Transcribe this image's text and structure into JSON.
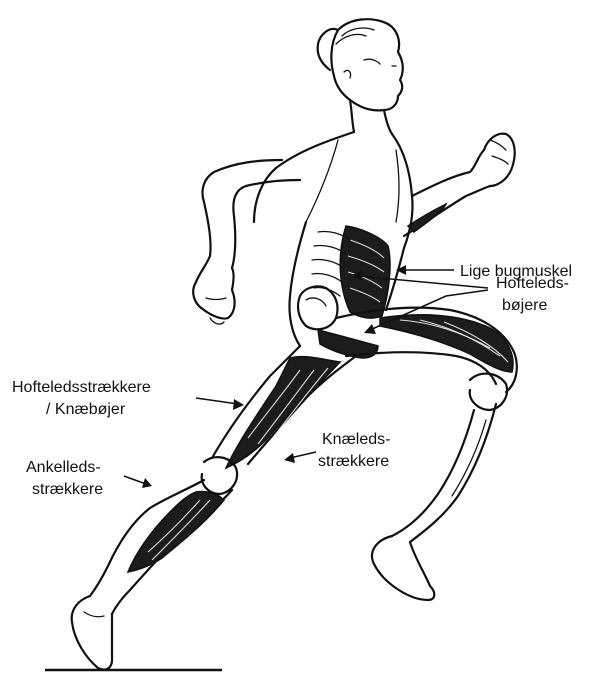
{
  "labels": {
    "lige_bugmuskel": "Lige bugmuskel",
    "hofteleds_boejere_1": "Hofteleds-",
    "hofteleds_boejere_2": "bøjere",
    "hofteledsstraekkere_1": "Hofteledsstrækkere",
    "hofteledsstraekkere_2": "/ Knæbøjer",
    "knaeleds_1": "Knæleds-",
    "knaeleds_2": "strækkere",
    "ankelleds_1": "Ankelleds-",
    "ankelleds_2": "strækkere"
  },
  "icons": {
    "figure": "running-man-anatomy-illustration"
  }
}
